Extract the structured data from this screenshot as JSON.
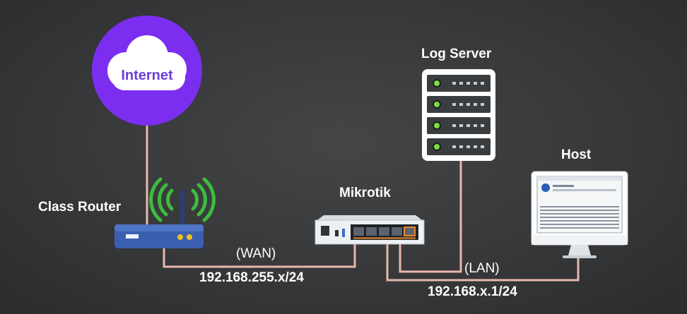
{
  "cloud": {
    "label": "Internet"
  },
  "devices": {
    "class_router": "Class Router",
    "mikrotik": "Mikrotik",
    "log_server": "Log Server",
    "host": "Host"
  },
  "links": {
    "wan_tag": "(WAN)",
    "wan_subnet": "192.168.255.x/24",
    "lan_tag": "(LAN)",
    "lan_subnet": "192.168.x.1/24"
  },
  "colors": {
    "cable": "#e8b8ac",
    "cloud_circle": "#7c2ef0",
    "cloud_text": "#6a40d8",
    "router_body": "#3a5fb0",
    "router_leds": "#f0c020",
    "wifi_green": "#3dbb3d"
  }
}
